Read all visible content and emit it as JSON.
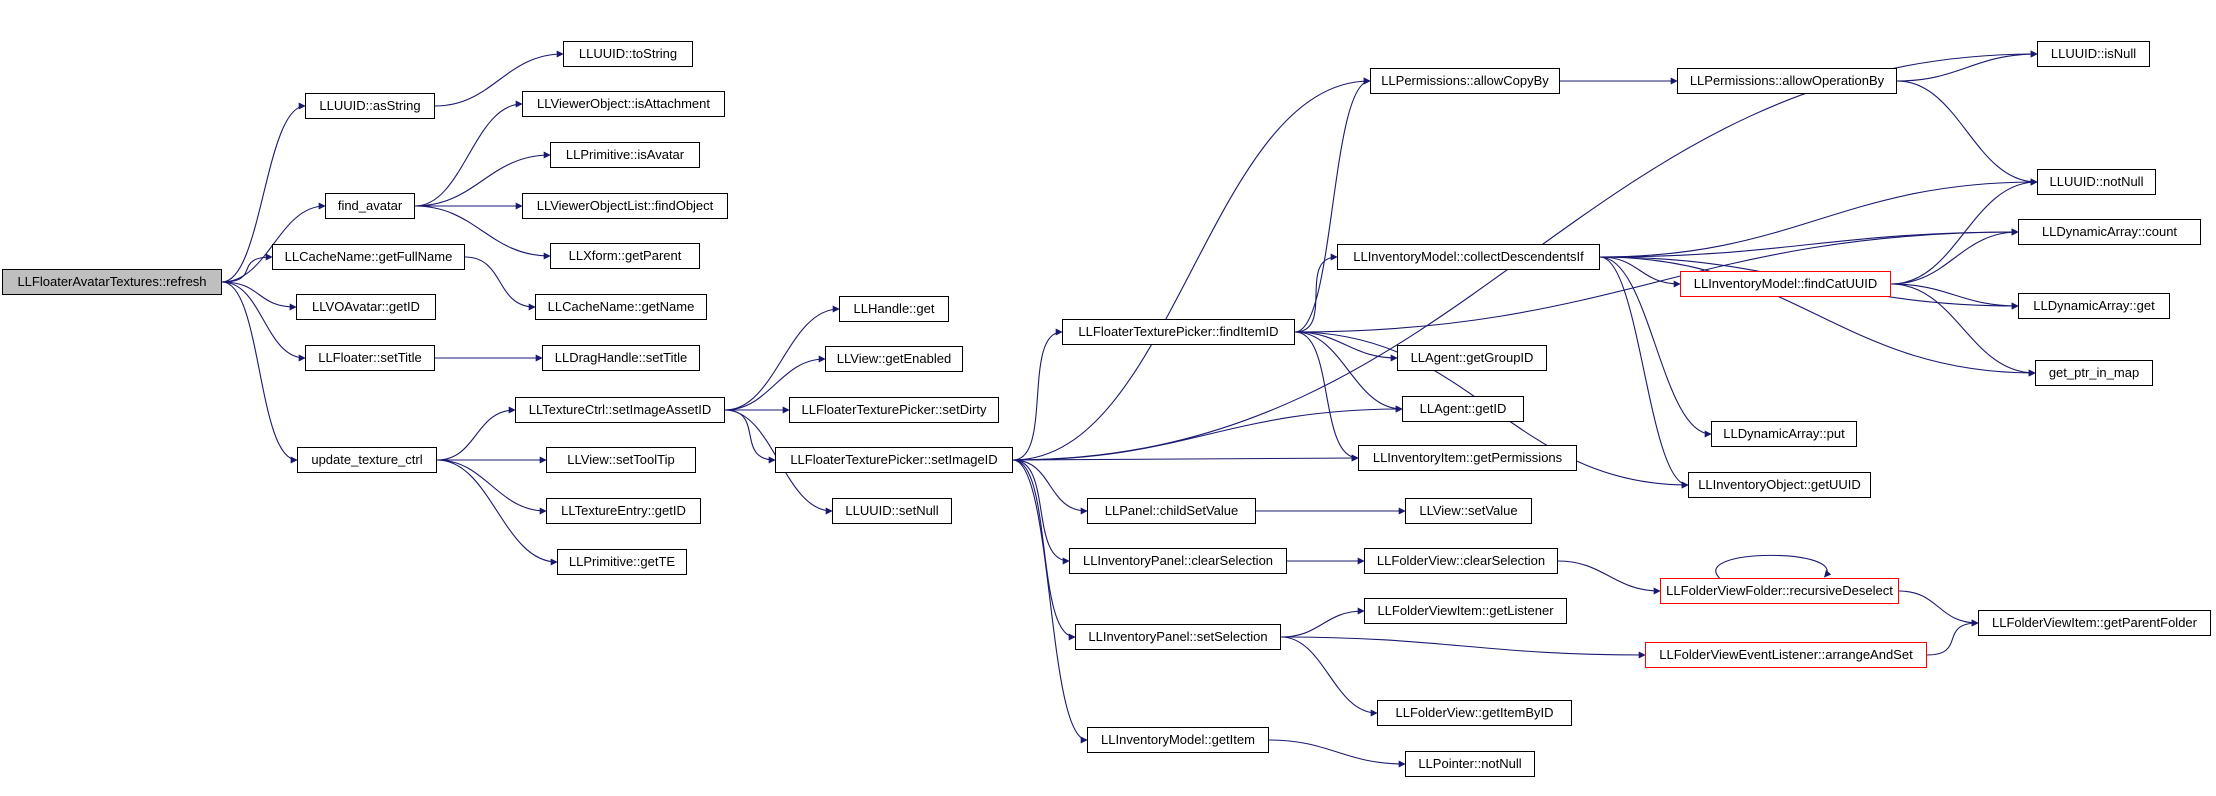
{
  "colors": {
    "edge": "#191970",
    "node_border": "#000000",
    "root_fill": "#bfbfbf",
    "truncated_border": "#ff0000",
    "background": "#ffffff"
  },
  "nodes": [
    {
      "id": "root",
      "label": "LLFloaterAvatarTextures::refresh",
      "root": true
    },
    {
      "id": "asString",
      "label": "LLUUID::asString"
    },
    {
      "id": "toString",
      "label": "LLUUID::toString"
    },
    {
      "id": "find_avatar",
      "label": "find_avatar"
    },
    {
      "id": "isAttachment",
      "label": "LLViewerObject::isAttachment"
    },
    {
      "id": "isAvatar",
      "label": "LLPrimitive::isAvatar"
    },
    {
      "id": "findObject",
      "label": "LLViewerObjectList::findObject"
    },
    {
      "id": "getParent",
      "label": "LLXform::getParent"
    },
    {
      "id": "getFullName",
      "label": "LLCacheName::getFullName"
    },
    {
      "id": "getName",
      "label": "LLCacheName::getName"
    },
    {
      "id": "voGetID",
      "label": "LLVOAvatar::getID"
    },
    {
      "id": "setTitle",
      "label": "LLFloater::setTitle"
    },
    {
      "id": "dragSetTitle",
      "label": "LLDragHandle::setTitle"
    },
    {
      "id": "update_texture_ctrl",
      "label": "update_texture_ctrl"
    },
    {
      "id": "setImageAssetID",
      "label": "LLTextureCtrl::setImageAssetID"
    },
    {
      "id": "setToolTip",
      "label": "LLView::setToolTip"
    },
    {
      "id": "teGetID",
      "label": "LLTextureEntry::getID"
    },
    {
      "id": "getTE",
      "label": "LLPrimitive::getTE"
    },
    {
      "id": "handleGet",
      "label": "LLHandle::get"
    },
    {
      "id": "getEnabled",
      "label": "LLView::getEnabled"
    },
    {
      "id": "setDirty",
      "label": "LLFloaterTexturePicker::setDirty"
    },
    {
      "id": "setImageID",
      "label": "LLFloaterTexturePicker::setImageID"
    },
    {
      "id": "setNull",
      "label": "LLUUID::setNull"
    },
    {
      "id": "findItemID",
      "label": "LLFloaterTexturePicker::findItemID"
    },
    {
      "id": "allowCopyBy",
      "label": "LLPermissions::allowCopyBy"
    },
    {
      "id": "allowOperationBy",
      "label": "LLPermissions::allowOperationBy"
    },
    {
      "id": "isNull",
      "label": "LLUUID::isNull"
    },
    {
      "id": "notNull",
      "label": "LLUUID::notNull"
    },
    {
      "id": "collectDescendentsIf",
      "label": "LLInventoryModel::collectDescendentsIf"
    },
    {
      "id": "count",
      "label": "LLDynamicArray::count"
    },
    {
      "id": "findCatUUID",
      "label": "LLInventoryModel::findCatUUID",
      "truncated": true
    },
    {
      "id": "daGet",
      "label": "LLDynamicArray::get"
    },
    {
      "id": "get_ptr_in_map",
      "label": "get_ptr_in_map"
    },
    {
      "id": "getGroupID",
      "label": "LLAgent::getGroupID"
    },
    {
      "id": "agentGetID",
      "label": "LLAgent::getID"
    },
    {
      "id": "getPermissions",
      "label": "LLInventoryItem::getPermissions"
    },
    {
      "id": "daPut",
      "label": "LLDynamicArray::put"
    },
    {
      "id": "getUUID",
      "label": "LLInventoryObject::getUUID"
    },
    {
      "id": "childSetValue",
      "label": "LLPanel::childSetValue"
    },
    {
      "id": "viewSetValue",
      "label": "LLView::setValue"
    },
    {
      "id": "clearSelection",
      "label": "LLInventoryPanel::clearSelection"
    },
    {
      "id": "fvClearSelection",
      "label": "LLFolderView::clearSelection"
    },
    {
      "id": "recursiveDeselect",
      "label": "LLFolderViewFolder::recursiveDeselect",
      "truncated": true
    },
    {
      "id": "getParentFolder",
      "label": "LLFolderViewItem::getParentFolder"
    },
    {
      "id": "setSelection",
      "label": "LLInventoryPanel::setSelection"
    },
    {
      "id": "getListener",
      "label": "LLFolderViewItem::getListener"
    },
    {
      "id": "arrangeAndSet",
      "label": "LLFolderViewEventListener::arrangeAndSet",
      "truncated": true
    },
    {
      "id": "getItemByID",
      "label": "LLFolderView::getItemByID"
    },
    {
      "id": "getItem",
      "label": "LLInventoryModel::getItem"
    },
    {
      "id": "notNullPtr",
      "label": "LLPointer::notNull"
    }
  ],
  "edges": [
    [
      "root",
      "asString"
    ],
    [
      "asString",
      "toString"
    ],
    [
      "root",
      "find_avatar"
    ],
    [
      "find_avatar",
      "isAttachment"
    ],
    [
      "find_avatar",
      "isAvatar"
    ],
    [
      "find_avatar",
      "findObject"
    ],
    [
      "find_avatar",
      "getParent"
    ],
    [
      "root",
      "getFullName"
    ],
    [
      "getFullName",
      "getName"
    ],
    [
      "root",
      "voGetID"
    ],
    [
      "root",
      "setTitle"
    ],
    [
      "setTitle",
      "dragSetTitle"
    ],
    [
      "root",
      "update_texture_ctrl"
    ],
    [
      "update_texture_ctrl",
      "setImageAssetID"
    ],
    [
      "update_texture_ctrl",
      "setToolTip"
    ],
    [
      "update_texture_ctrl",
      "teGetID"
    ],
    [
      "update_texture_ctrl",
      "getTE"
    ],
    [
      "setImageAssetID",
      "handleGet"
    ],
    [
      "setImageAssetID",
      "getEnabled"
    ],
    [
      "setImageAssetID",
      "setDirty"
    ],
    [
      "setImageAssetID",
      "setImageID"
    ],
    [
      "setImageAssetID",
      "setNull"
    ],
    [
      "setImageID",
      "isNull"
    ],
    [
      "setImageID",
      "allowCopyBy"
    ],
    [
      "setImageID",
      "findItemID"
    ],
    [
      "setImageID",
      "agentGetID"
    ],
    [
      "setImageID",
      "getPermissions"
    ],
    [
      "setImageID",
      "childSetValue"
    ],
    [
      "setImageID",
      "clearSelection"
    ],
    [
      "setImageID",
      "setSelection"
    ],
    [
      "setImageID",
      "getItem"
    ],
    [
      "findItemID",
      "allowCopyBy"
    ],
    [
      "findItemID",
      "collectDescendentsIf"
    ],
    [
      "findItemID",
      "count"
    ],
    [
      "findItemID",
      "getGroupID"
    ],
    [
      "findItemID",
      "agentGetID"
    ],
    [
      "findItemID",
      "getPermissions"
    ],
    [
      "findItemID",
      "getUUID"
    ],
    [
      "allowCopyBy",
      "allowOperationBy"
    ],
    [
      "allowOperationBy",
      "isNull"
    ],
    [
      "allowOperationBy",
      "notNull"
    ],
    [
      "collectDescendentsIf",
      "notNull"
    ],
    [
      "collectDescendentsIf",
      "count"
    ],
    [
      "collectDescendentsIf",
      "findCatUUID"
    ],
    [
      "collectDescendentsIf",
      "daGet"
    ],
    [
      "collectDescendentsIf",
      "get_ptr_in_map"
    ],
    [
      "collectDescendentsIf",
      "daPut"
    ],
    [
      "collectDescendentsIf",
      "getUUID"
    ],
    [
      "findCatUUID",
      "notNull"
    ],
    [
      "findCatUUID",
      "count"
    ],
    [
      "findCatUUID",
      "daGet"
    ],
    [
      "findCatUUID",
      "get_ptr_in_map"
    ],
    [
      "childSetValue",
      "viewSetValue"
    ],
    [
      "clearSelection",
      "fvClearSelection"
    ],
    [
      "fvClearSelection",
      "recursiveDeselect"
    ],
    [
      "recursiveDeselect",
      "recursiveDeselect"
    ],
    [
      "recursiveDeselect",
      "getParentFolder"
    ],
    [
      "setSelection",
      "getListener"
    ],
    [
      "setSelection",
      "arrangeAndSet"
    ],
    [
      "setSelection",
      "getItemByID"
    ],
    [
      "arrangeAndSet",
      "getParentFolder"
    ],
    [
      "getItem",
      "notNullPtr"
    ]
  ]
}
